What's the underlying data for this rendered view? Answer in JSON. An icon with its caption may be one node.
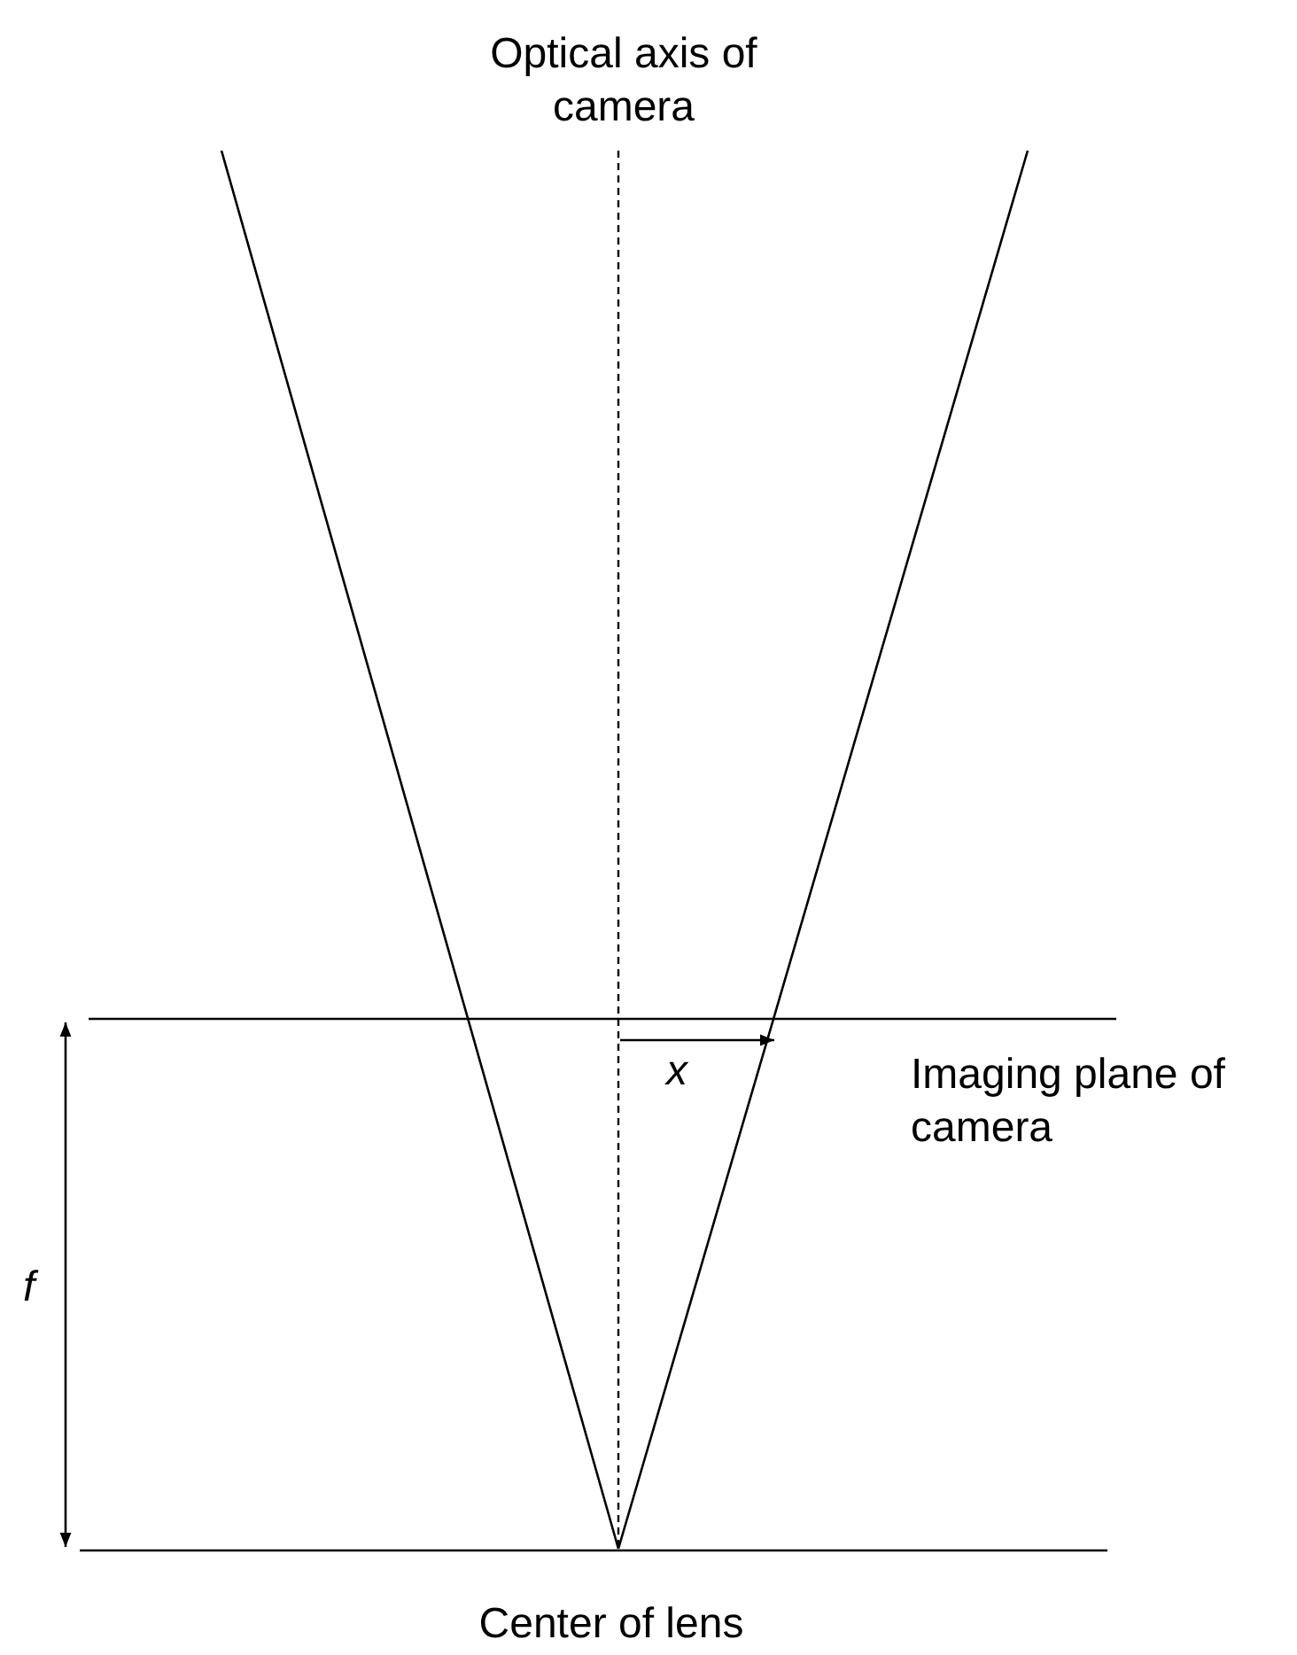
{
  "diagram": {
    "labels": [
      "Optical axis of camera",
      "x",
      "Imaging plane of camera",
      "f",
      "Center of lens"
    ]
  }
}
